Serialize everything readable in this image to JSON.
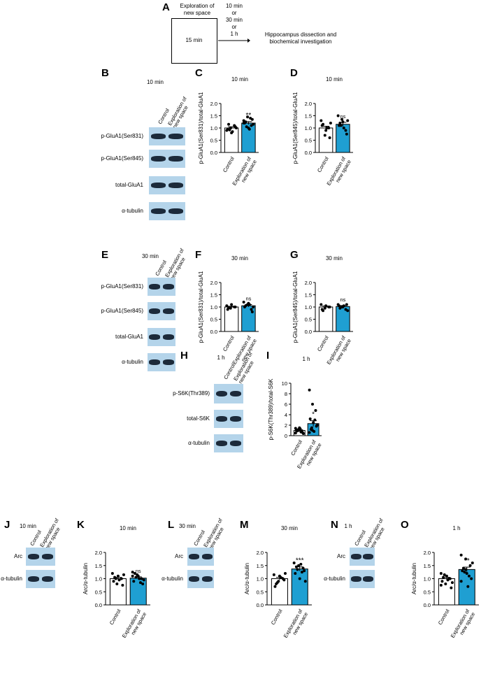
{
  "panelA": {
    "label": "A",
    "box_top": "Exploration of\nnew space",
    "box_inner": "15 min",
    "times": "10 min\nor\n30 min\nor\n1 h",
    "result": "Hippocampus dissection and\nbiochemical investigation"
  },
  "common": {
    "control": "Control",
    "exploration": "Exploration of\nnew space"
  },
  "blots": {
    "B": {
      "label": "B",
      "time": "10 min",
      "rows": [
        "p-GluA1(Ser831)",
        "p-GluA1(Ser845)",
        "total-GluA1",
        "α-tubulin"
      ]
    },
    "E": {
      "label": "E",
      "time": "30 min",
      "rows": [
        "p-GluA1(Ser831)",
        "p-GluA1(Ser845)",
        "total-GluA1",
        "α-tubulin"
      ]
    },
    "H": {
      "label": "H",
      "time": "1 h",
      "rows": [
        "p-S6K(Thr389)",
        "total-S6K",
        "α-tubulin"
      ]
    },
    "J": {
      "label": "J",
      "time": "10 min",
      "rows": [
        "Arc",
        "α-tubulin"
      ]
    },
    "L": {
      "label": "L",
      "time": "30 min",
      "rows": [
        "Arc",
        "α-tubulin"
      ]
    },
    "N": {
      "label": "N",
      "time": "1 h",
      "rows": [
        "Arc",
        "α-tubulin"
      ]
    }
  },
  "chart_data": [
    {
      "panel": "C",
      "type": "bar",
      "title": "10 min",
      "ylabel": "p-GluA1(Ser831)/total-GluA1",
      "ylim": [
        0,
        2.0
      ],
      "yticks": [
        "0.0",
        "0.5",
        "1.0",
        "1.5",
        "2.0"
      ],
      "categories": [
        "Control",
        "Exploration of new space"
      ],
      "values": [
        1.0,
        1.2
      ],
      "errors": [
        0.05,
        0.06
      ],
      "significance": "**",
      "colors": [
        "#ffffff",
        "#1f9fd2"
      ],
      "points": [
        [
          0.9,
          1.0,
          1.1,
          0.95,
          0.8,
          1.05,
          1.15,
          0.85,
          1.0,
          0.92
        ],
        [
          1.3,
          1.45,
          1.1,
          1.2,
          1.0,
          1.35,
          1.25,
          0.95,
          1.15,
          1.05,
          1.4,
          1.2
        ]
      ]
    },
    {
      "panel": "D",
      "type": "bar",
      "title": "10 min",
      "ylabel": "p-GluA1(Ser845)/total-GluA1",
      "ylim": [
        0,
        2.0
      ],
      "yticks": [
        "0.0",
        "0.5",
        "1.0",
        "1.5",
        "2.0"
      ],
      "categories": [
        "Control",
        "Exploration of new space"
      ],
      "values": [
        1.0,
        1.15
      ],
      "errors": [
        0.07,
        0.08
      ],
      "significance": "ns",
      "colors": [
        "#ffffff",
        "#1f9fd2"
      ],
      "points": [
        [
          1.3,
          0.7,
          1.0,
          1.1,
          0.9,
          0.6,
          1.15,
          1.0,
          1.2
        ],
        [
          1.5,
          1.35,
          0.9,
          1.1,
          1.25,
          0.75,
          1.2,
          1.0,
          1.3,
          1.1
        ]
      ]
    },
    {
      "panel": "F",
      "type": "bar",
      "title": "30 min",
      "ylabel": "p-GluA1(Ser831)/total-GluA1",
      "ylim": [
        0,
        2.0
      ],
      "yticks": [
        "0.0",
        "0.5",
        "1.0",
        "1.5",
        "2.0"
      ],
      "categories": [
        "Control",
        "Exploration of new space"
      ],
      "values": [
        1.0,
        1.05
      ],
      "errors": [
        0.03,
        0.05
      ],
      "significance": "ns",
      "colors": [
        "#ffffff",
        "#1f9fd2"
      ],
      "points": [
        [
          1.05,
          0.95,
          1.0,
          0.9,
          1.1,
          1.0,
          0.97
        ],
        [
          1.2,
          1.1,
          0.9,
          1.0,
          1.15,
          0.8,
          1.05,
          1.1,
          1.0
        ]
      ]
    },
    {
      "panel": "G",
      "type": "bar",
      "title": "30 min",
      "ylabel": "p-GluA1(Ser845)/total-GluA1",
      "ylim": [
        0,
        2.0
      ],
      "yticks": [
        "0.0",
        "0.5",
        "1.0",
        "1.5",
        "2.0"
      ],
      "categories": [
        "Control",
        "Exploration of new space"
      ],
      "values": [
        1.0,
        1.02
      ],
      "errors": [
        0.04,
        0.04
      ],
      "significance": "ns",
      "colors": [
        "#ffffff",
        "#1f9fd2"
      ],
      "points": [
        [
          1.1,
          0.95,
          1.0,
          0.9,
          1.05,
          1.0,
          0.85
        ],
        [
          1.1,
          1.0,
          0.9,
          1.05,
          1.0,
          1.1,
          0.95,
          1.05,
          0.85
        ]
      ]
    },
    {
      "panel": "I",
      "type": "bar",
      "title": "1 h",
      "ylabel": "p-S6K(Thr389)/total-S6K",
      "ylim": [
        0,
        10
      ],
      "yticks": [
        "0",
        "2",
        "4",
        "6",
        "8",
        "10"
      ],
      "categories": [
        "Control",
        "Exploration of new space"
      ],
      "values": [
        1.0,
        2.3
      ],
      "errors": [
        0.15,
        0.55
      ],
      "significance": "*",
      "colors": [
        "#ffffff",
        "#1f9fd2"
      ],
      "points": [
        [
          0.5,
          1.2,
          0.8,
          1.0,
          1.5,
          0.6,
          0.9,
          1.3,
          0.4,
          1.1,
          0.7,
          1.4,
          1.0
        ],
        [
          8.7,
          6.0,
          4.8,
          3.2,
          2.5,
          1.8,
          1.2,
          0.8,
          2.0,
          1.5,
          3.0,
          0.6,
          1.0
        ]
      ]
    },
    {
      "panel": "K",
      "type": "bar",
      "title": "10 min",
      "ylabel": "Arc/α-tubulin",
      "ylim": [
        0,
        2.0
      ],
      "yticks": [
        "0.0",
        "0.5",
        "1.0",
        "1.5",
        "2.0"
      ],
      "categories": [
        "Control",
        "Exploration of new space"
      ],
      "values": [
        1.0,
        1.02
      ],
      "errors": [
        0.05,
        0.05
      ],
      "significance": "ns",
      "colors": [
        "#ffffff",
        "#1f9fd2"
      ],
      "points": [
        [
          1.2,
          0.8,
          1.0,
          0.9,
          1.1,
          0.75,
          1.05,
          0.95,
          1.15,
          1.0
        ],
        [
          1.25,
          1.15,
          1.0,
          0.9,
          1.1,
          0.8,
          1.2,
          1.0,
          0.95,
          1.05,
          0.85,
          1.1
        ]
      ]
    },
    {
      "panel": "M",
      "type": "bar",
      "title": "30 min",
      "ylabel": "Arc/α-tubulin",
      "ylim": [
        0,
        2.0
      ],
      "yticks": [
        "0.0",
        "0.5",
        "1.0",
        "1.5",
        "2.0"
      ],
      "categories": [
        "Control",
        "Exploration of new space"
      ],
      "values": [
        1.0,
        1.37
      ],
      "errors": [
        0.05,
        0.08
      ],
      "significance": "***",
      "colors": [
        "#ffffff",
        "#1f9fd2"
      ],
      "points": [
        [
          1.15,
          0.9,
          1.0,
          0.7,
          1.1,
          0.95,
          0.8,
          1.05,
          1.2,
          0.85
        ],
        [
          1.6,
          1.5,
          1.4,
          1.2,
          1.0,
          1.3,
          1.45,
          1.55,
          0.9,
          1.35,
          1.25
        ]
      ]
    },
    {
      "panel": "O",
      "type": "bar",
      "title": "1 h",
      "ylabel": "Arc/α-tubulin",
      "ylim": [
        0,
        2.0
      ],
      "yticks": [
        "0.0",
        "0.5",
        "1.0",
        "1.5",
        "2.0"
      ],
      "categories": [
        "Control",
        "Exploration of new space"
      ],
      "values": [
        1.0,
        1.35
      ],
      "errors": [
        0.05,
        0.09
      ],
      "significance": "**",
      "colors": [
        "#ffffff",
        "#1f9fd2"
      ],
      "points": [
        [
          1.2,
          0.8,
          1.0,
          0.9,
          1.1,
          0.65,
          1.05,
          0.95,
          0.85,
          1.15,
          1.0,
          0.75
        ],
        [
          1.9,
          1.75,
          1.5,
          1.3,
          1.2,
          1.0,
          1.4,
          0.7,
          1.6,
          1.25,
          1.1,
          0.9,
          1.35
        ]
      ]
    }
  ]
}
